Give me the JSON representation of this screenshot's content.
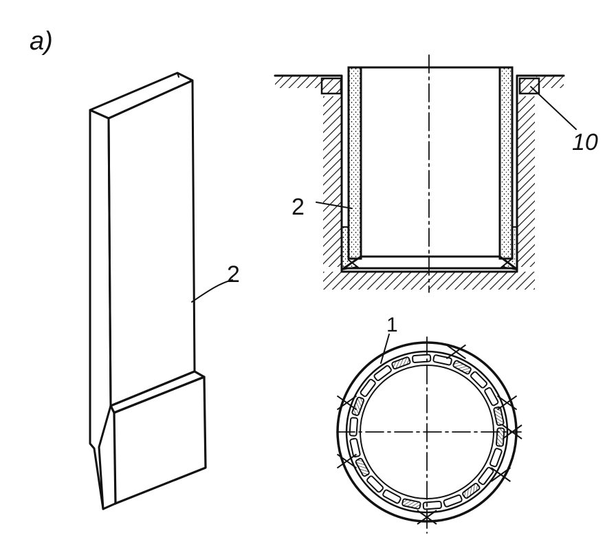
{
  "panel_label": "a)",
  "callouts": {
    "slab_part": "2",
    "shaft_wall": "2",
    "collar": "10",
    "ring_segment": "1"
  }
}
